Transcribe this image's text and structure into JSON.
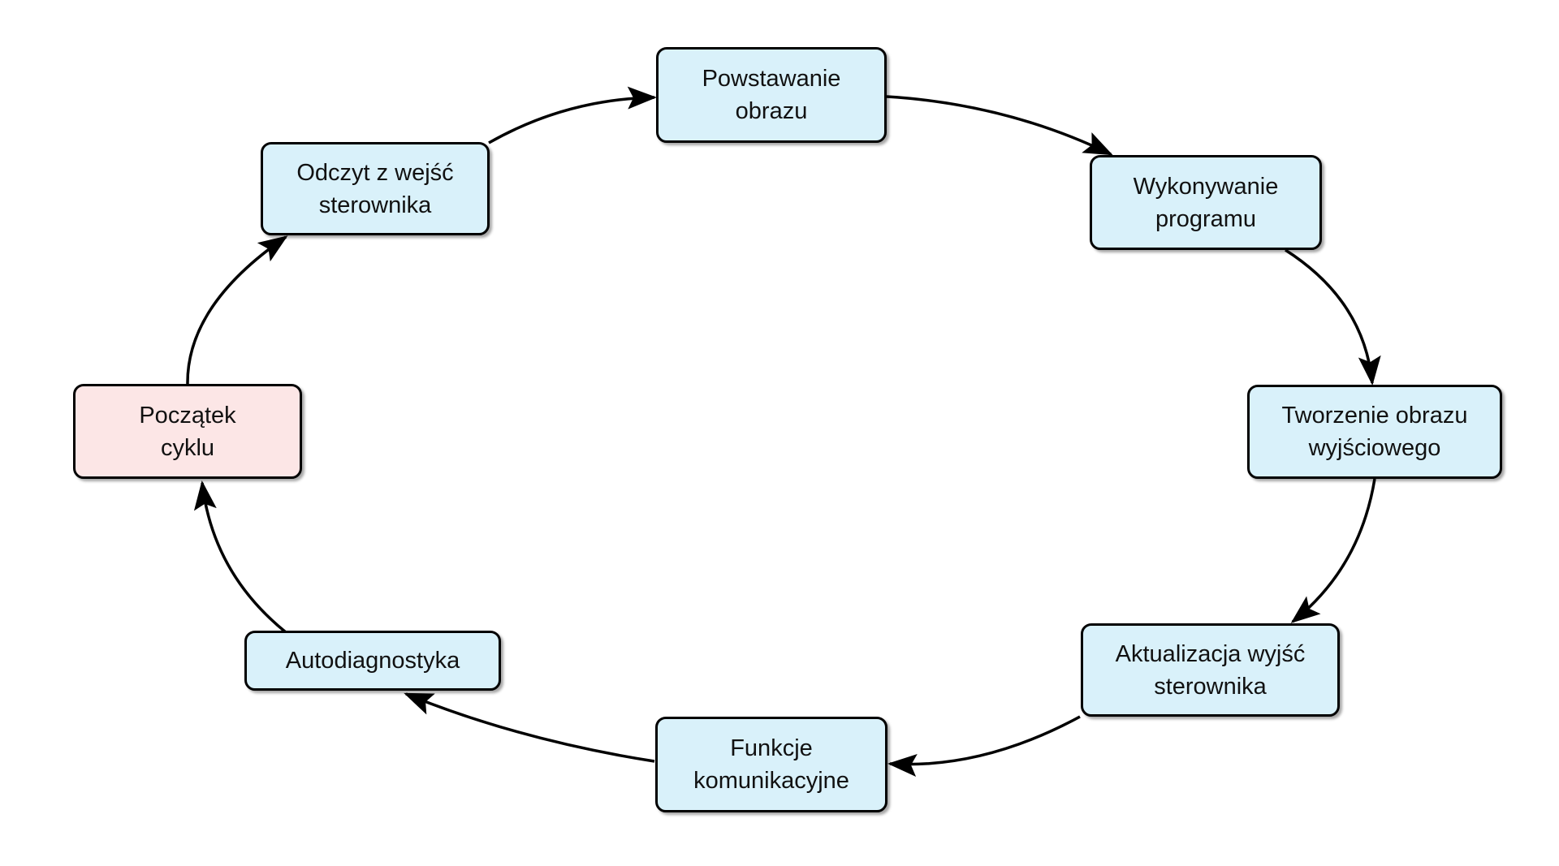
{
  "diagram": {
    "type": "cycle-flowchart",
    "language": "pl",
    "nodes": [
      {
        "id": "start",
        "label": "Początek\ncyklu",
        "role": "start-highlight"
      },
      {
        "id": "read-inputs",
        "label": "Odczyt z wejść\nsterownika",
        "role": "step"
      },
      {
        "id": "input-image",
        "label": "Powstawanie\nobrazu",
        "role": "step"
      },
      {
        "id": "run-program",
        "label": "Wykonywanie\nprogramu",
        "role": "step"
      },
      {
        "id": "output-image",
        "label": "Tworzenie obrazu\nwyjściowego",
        "role": "step"
      },
      {
        "id": "update-outputs",
        "label": "Aktualizacja wyjść\nsterownika",
        "role": "step"
      },
      {
        "id": "comm",
        "label": "Funkcje\nkomunikacyjne",
        "role": "step"
      },
      {
        "id": "selfdiag",
        "label": "Autodiagnostyka",
        "role": "step"
      }
    ],
    "edges": [
      {
        "from": "start",
        "to": "read-inputs"
      },
      {
        "from": "read-inputs",
        "to": "input-image"
      },
      {
        "from": "input-image",
        "to": "run-program"
      },
      {
        "from": "run-program",
        "to": "output-image"
      },
      {
        "from": "output-image",
        "to": "update-outputs"
      },
      {
        "from": "update-outputs",
        "to": "comm"
      },
      {
        "from": "comm",
        "to": "selfdiag"
      },
      {
        "from": "selfdiag",
        "to": "start"
      }
    ],
    "colors": {
      "node_fill": "#d9f1fa",
      "start_fill": "#fce6e6",
      "stroke": "#000000",
      "background": "#ffffff"
    }
  }
}
